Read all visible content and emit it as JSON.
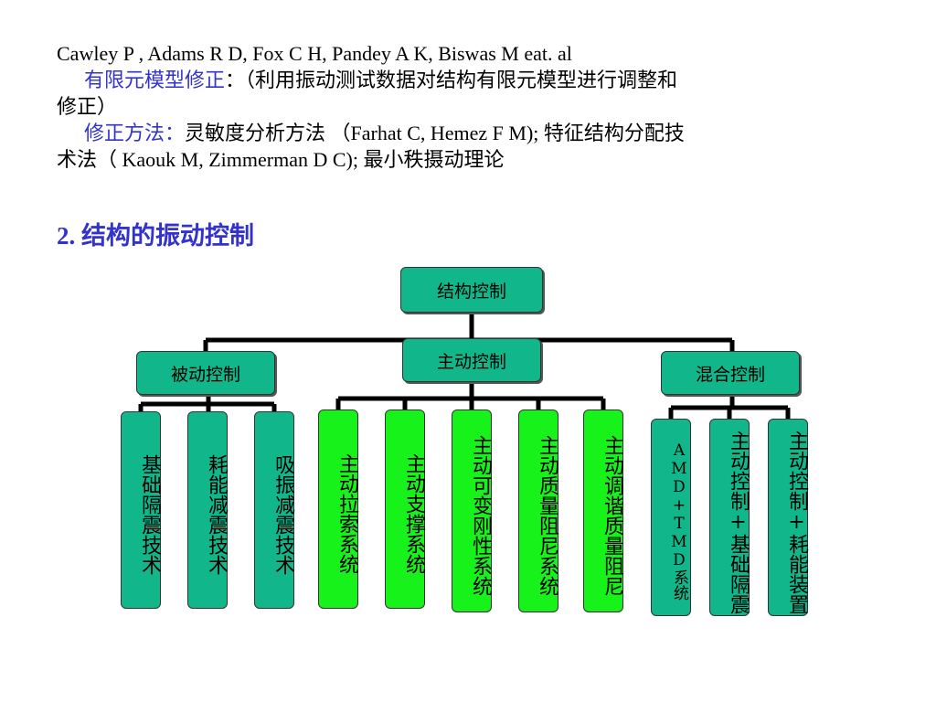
{
  "text": {
    "line1": "Cawley P ,  Adams R D,  Fox C H,  Pandey A K,  Biswas  M eat. al",
    "line2_label": "有限元模型修正",
    "line2_rest": "：（利用振动测试数据对结构有限元模型进行调整和",
    "line3": "修正）",
    "line4_label": "修正方法：",
    "line4_rest": "灵敏度分析方法 （Farhat C,  Hemez F M);    特征结构分配技",
    "line5": "术法（ Kaouk M,  Zimmerman D C); 最小秩摄动理论"
  },
  "heading": "2.  结构的振动控制",
  "diagram": {
    "root": "结构控制",
    "passive": {
      "label": "被动控制",
      "items": [
        "基础隔震技术",
        "耗能减震技术",
        "吸振减震技术"
      ]
    },
    "active": {
      "label": "主动控制",
      "items": [
        "主动拉索系统",
        "主动支撑系统",
        "主动可变刚性系统",
        "主动质量阻尼系统",
        "主动调谐质量阻尼"
      ]
    },
    "hybrid": {
      "label": "混合控制",
      "items": [
        "AMD+TMD系统",
        "主动控制+基础隔震",
        "主动控制+耗能装置"
      ]
    },
    "colors": {
      "teal": "#11b78a",
      "green": "#17f21a"
    }
  }
}
